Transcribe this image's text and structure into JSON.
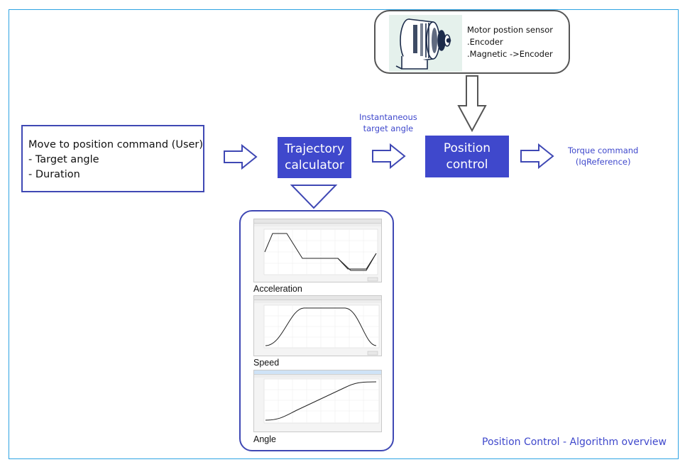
{
  "diagram": {
    "footer_title": "Position Control - Algorithm overview",
    "command_box": {
      "lines": [
        "Move to position command (User)",
        "- Target angle",
        "- Duration"
      ]
    },
    "trajectory_block": {
      "lines": [
        "Trajectory",
        "calculator"
      ]
    },
    "position_block": {
      "lines": [
        "Position",
        "control"
      ]
    },
    "sensor_box": {
      "icon": "motor-icon",
      "lines": [
        "Motor postion sensor",
        ".Encoder",
        ".Magnetic ->Encoder"
      ]
    },
    "instantaneous_label": {
      "lines": [
        "Instantaneous",
        "target angle"
      ]
    },
    "torque_label": {
      "lines": [
        "Torque command",
        "(IqReference)"
      ]
    },
    "plots": [
      {
        "label": "Acceleration"
      },
      {
        "label": "Speed"
      },
      {
        "label": "Angle"
      }
    ],
    "colors": {
      "accent": "#3f48cc",
      "frame": "#2ea3e3",
      "outline": "#3f48b4"
    }
  }
}
